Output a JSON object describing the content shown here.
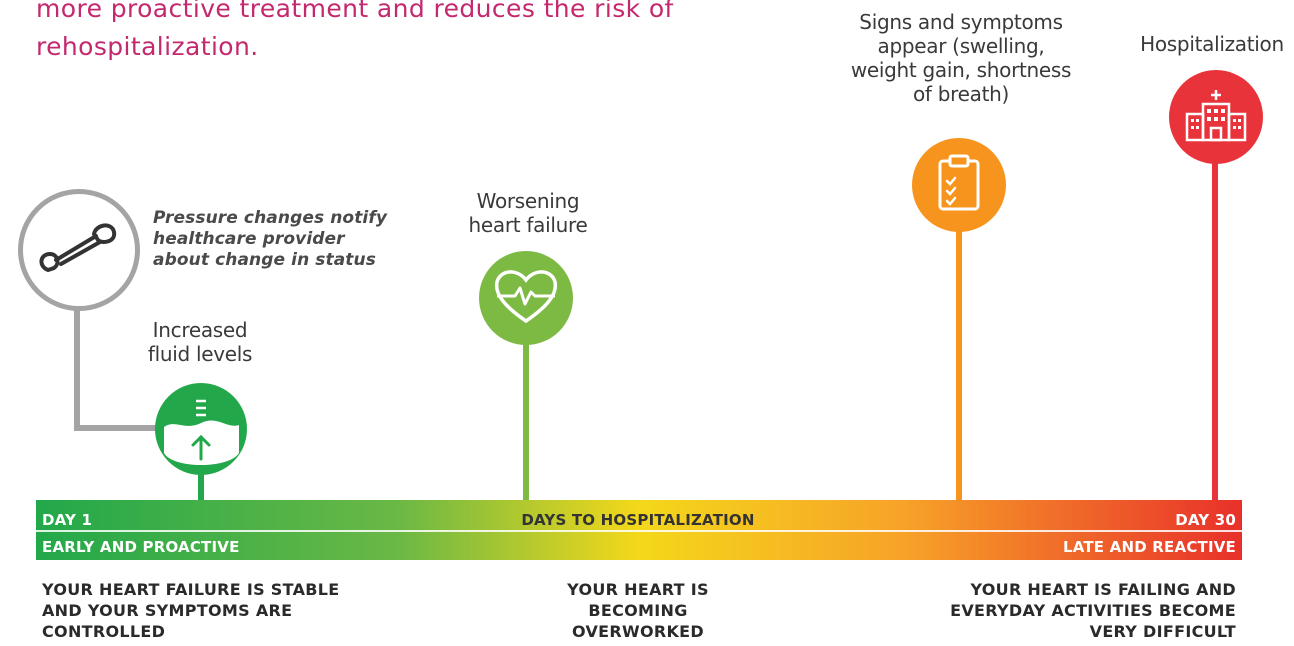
{
  "intro_text": "more proactive treatment and reduces the risk of rehospitalization.",
  "events": {
    "sensor_note": "Pressure changes notify healthcare provider about change in status",
    "fluid_label": "Increased fluid levels",
    "worsening_label": "Worsening heart failure",
    "signs_label": "Signs and symptoms appear (swelling, weight gain, shortness of breath)",
    "hospital_label": "Hospitalization"
  },
  "icons": {
    "sensor": "sensor-icon",
    "fluid": "fluid-level-icon",
    "heart": "heartbeat-icon",
    "clipboard": "clipboard-icon",
    "hospital": "hospital-icon"
  },
  "timeline": {
    "start_day": "DAY 1",
    "start_subtitle": "EARLY AND PROACTIVE",
    "center_label": "DAYS TO HOSPITALIZATION",
    "end_day": "DAY 30",
    "end_subtitle": "LATE AND REACTIVE"
  },
  "stages": {
    "left": "YOUR HEART FAILURE IS STABLE AND YOUR SYMPTOMS ARE CONTROLLED",
    "middle": "YOUR HEART IS BECOMING OVERWORKED",
    "right": "YOUR HEART IS FAILING AND EVERYDAY ACTIVITIES BECOME VERY DIFFICULT"
  },
  "colors": {
    "intro": "#c4286e",
    "fluid_green": "#22a84a",
    "heart_green": "#7cba44",
    "signs_orange": "#f7941d",
    "hospital_red": "#e8333b",
    "sensor_gray": "#9b9b9b"
  }
}
